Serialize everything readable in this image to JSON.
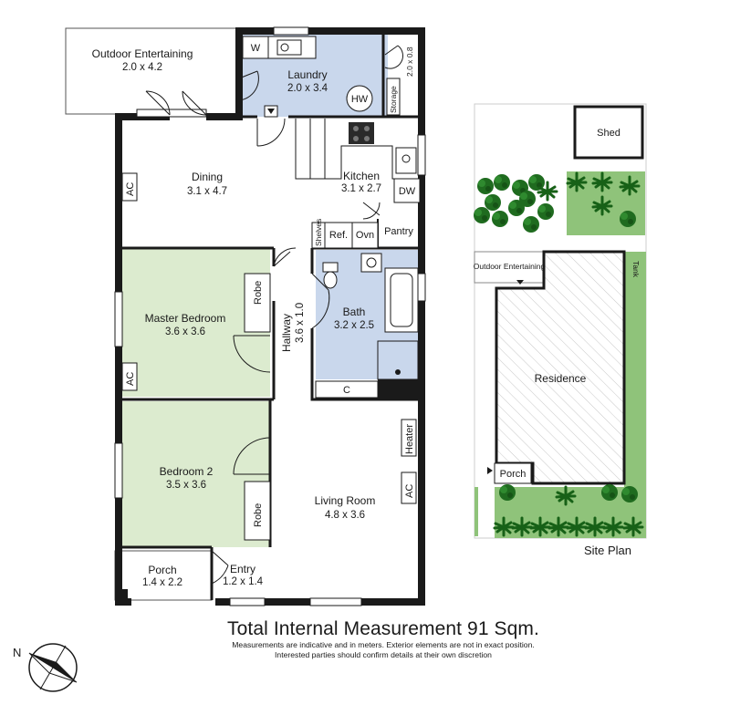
{
  "rooms": {
    "outdoor_entertaining": {
      "name": "Outdoor Entertaining",
      "dims": "2.0 x 4.2"
    },
    "laundry": {
      "name": "Laundry",
      "dims": "2.0 x 3.4"
    },
    "storage": {
      "name": "Storage",
      "dims": "2.0 x 0.8"
    },
    "dining": {
      "name": "Dining",
      "dims": "3.1 x 4.7"
    },
    "kitchen": {
      "name": "Kitchen",
      "dims": "3.1 x 2.7"
    },
    "master_bedroom": {
      "name": "Master Bedroom",
      "dims": "3.6 x 3.6"
    },
    "hallway": {
      "name": "Hallway",
      "dims": "3.6 x 1.0"
    },
    "bath": {
      "name": "Bath",
      "dims": "3.2 x 2.5"
    },
    "bedroom_2": {
      "name": "Bedroom 2",
      "dims": "3.5 x 3.6"
    },
    "living_room": {
      "name": "Living Room",
      "dims": "4.8 x 3.6"
    },
    "porch": {
      "name": "Porch",
      "dims": "1.4 x 2.2"
    },
    "entry": {
      "name": "Entry",
      "dims": "1.2 x 1.4"
    }
  },
  "fixtures": {
    "washer": "W",
    "hot_water": "HW",
    "ac": "AC",
    "dishwasher": "DW",
    "pantry": "Pantry",
    "shelves": "Shelves",
    "fridge": "Ref.",
    "oven": "Ovn",
    "robe": "Robe",
    "heater": "Heater",
    "cupboard": "C"
  },
  "site_plan": {
    "title": "Site Plan",
    "shed": "Shed",
    "outdoor_entertaining": "Outdoor Entertaining",
    "tank": "Tank",
    "residence": "Residence",
    "porch": "Porch"
  },
  "compass": {
    "north_label": "N"
  },
  "footer": {
    "total": "Total Internal Measurement 91 Sqm.",
    "note_1": "Measurements are indicative and in meters. Exterior elements are not in exact position.",
    "note_2": "Interested parties should confirm details at their own discretion"
  },
  "colors": {
    "wall": "#1a1a1a",
    "laundry_bath_fill": "#c9d7ec",
    "bedroom_fill": "#dcebcf",
    "garden_green": "#8fc37a",
    "tree_dark": "#1f6b1f"
  }
}
